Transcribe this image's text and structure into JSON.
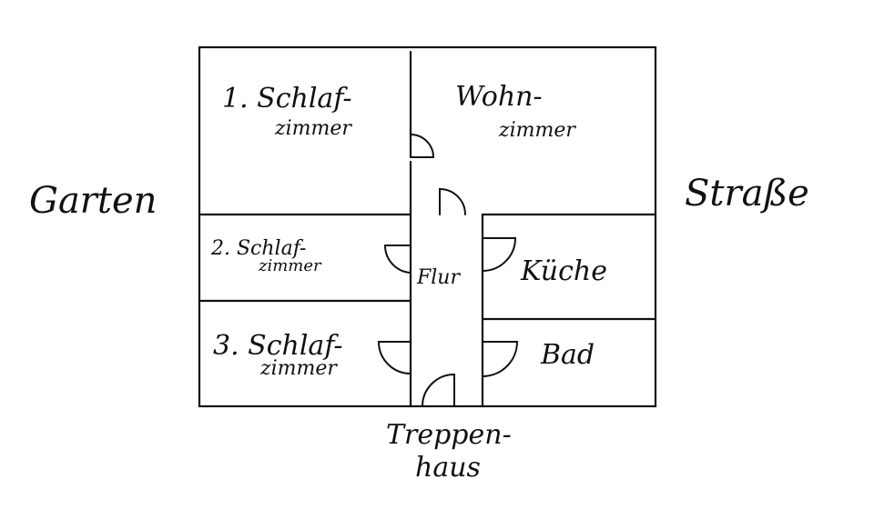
{
  "floorplan": {
    "outside": {
      "garden": "Garten",
      "street": "Straße",
      "stairwell_line1": "Treppen-",
      "stairwell_line2": "haus"
    },
    "rooms": {
      "bedroom1_line1": "1. Schlaf-",
      "bedroom1_line2": "zimmer",
      "living_line1": "Wohn-",
      "living_line2": "zimmer",
      "bedroom2_line1": "2. Schlaf-",
      "bedroom2_line2": "zimmer",
      "bedroom3_line1": "3. Schlaf-",
      "bedroom3_line2": "zimmer",
      "hallway": "Flur",
      "kitchen": "Küche",
      "bath": "Bad"
    }
  }
}
